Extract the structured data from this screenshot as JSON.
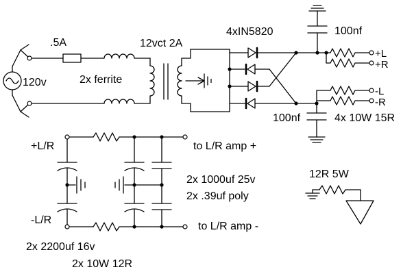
{
  "labels": {
    "input": {
      "voltage": "120v",
      "fuse": ".5A",
      "choke": "2x ferrite"
    },
    "transformer": "12vct 2A",
    "rectifier": "4xIN5820",
    "filter": {
      "cap_top": "100nf",
      "cap_bottom": "100nf",
      "resistors": "4x 10W 15R"
    },
    "outputs": {
      "pos_l": "+L",
      "pos_r": "+R",
      "neg_l": "-L",
      "neg_r": "-R"
    },
    "lower": {
      "in_pos": "+L/R",
      "in_neg": "-L/R",
      "out_pos": "to L/R amp +",
      "out_neg": "to L/R amp -",
      "caps_big": "2x 1000uf 25v",
      "caps_poly": "2x .39uf poly",
      "caps_2200": "2x 2200uf 16v",
      "res_12r": "2x 10W 12R"
    },
    "load": "12R 5W"
  }
}
